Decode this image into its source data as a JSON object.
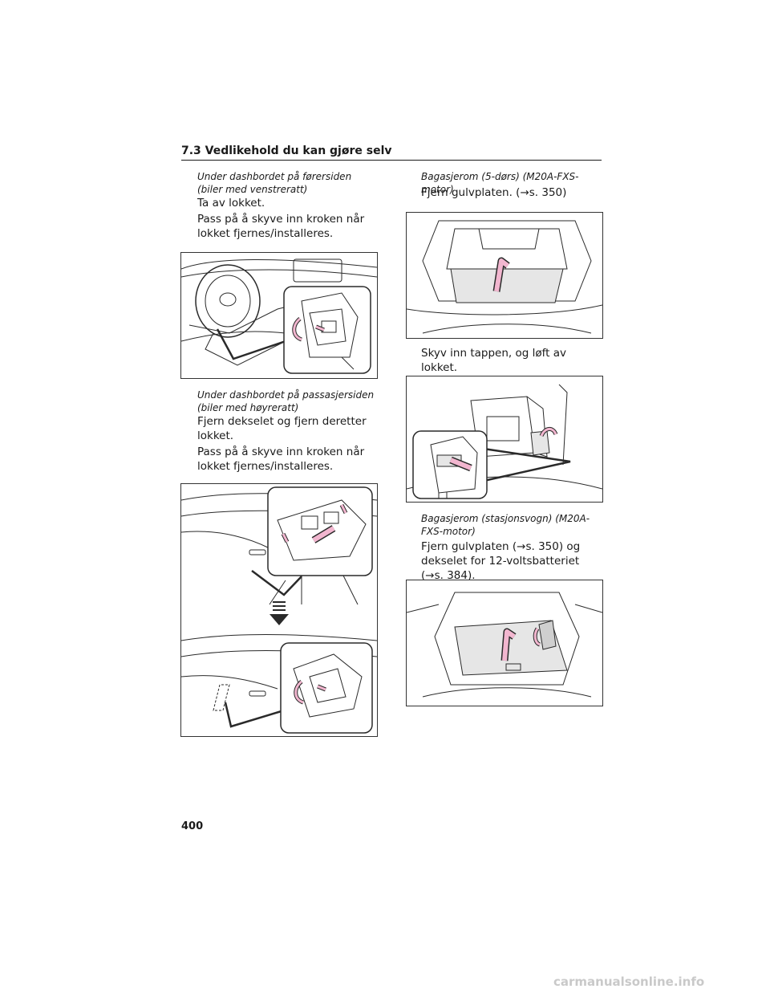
{
  "header": {
    "title": "7.3 Vedlikehold du kan gjøre selv"
  },
  "left": {
    "s1": {
      "subtitle": "Under dashbordet på førersiden (biler med venstreratt)",
      "p1": "Ta av lokket.",
      "p2": "Pass på å skyve inn kroken når lokket fjernes/installeres."
    },
    "s2": {
      "subtitle": "Under dashbordet på passasjersiden (biler med høyreratt)",
      "p1": "Fjern dekselet og fjern deretter lokket.",
      "p2": "Pass på å skyve inn kroken når lokket fjernes/installeres."
    }
  },
  "right": {
    "s1": {
      "subtitle": "Bagasjerom (5-dørs) (M20A-FXS-motor)",
      "p1": "Fjern gulvplaten. (→s. 350)",
      "p2": "Skyv inn tappen, og løft av lokket."
    },
    "s2": {
      "subtitle": "Bagasjerom (stasjonsvogn) (M20A-FXS-motor)",
      "p1": "Fjern gulvplaten (→s. 350) og dekselet for 12-voltsbatteriet (→s. 384)."
    }
  },
  "page": {
    "number": "400"
  },
  "watermark": {
    "text": "carmanualsonline.info"
  },
  "colors": {
    "arrow_pink": "#f2b6cf",
    "line": "#2a2a2a",
    "floor_grey": "#e6e6e6"
  }
}
